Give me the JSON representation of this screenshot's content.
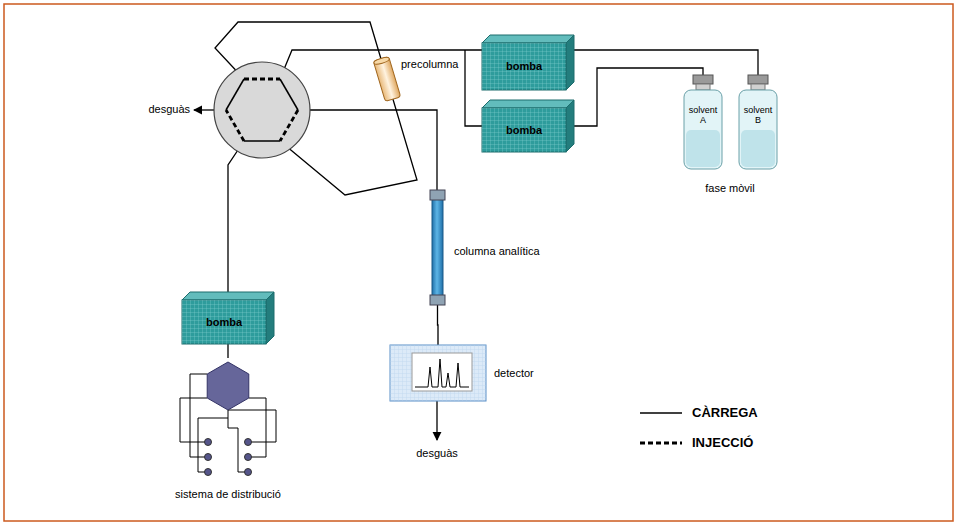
{
  "diagram": {
    "nodes": [
      {
        "text": [
          "bomba"
        ]
      },
      {
        "text": [
          "bomba"
        ]
      },
      {
        "text": [
          "solvent A"
        ]
      },
      {
        "text": [
          "solvent B"
        ]
      },
      {
        "text": [
          "precolumna"
        ]
      },
      {
        "text": [
          "columna analítica"
        ]
      },
      {
        "text": [
          "bomba"
        ]
      },
      {
        "text": [
          "sistema de distribució"
        ]
      },
      {
        "text": [
          "detector"
        ]
      }
    ],
    "edges": [
      {
        "from": 2,
        "to": 1,
        "arrow": "none"
      },
      {
        "from": 3,
        "to": 0,
        "arrow": "none"
      },
      {
        "from": 7,
        "to": 6,
        "arrow": "none"
      },
      {
        "from": 5,
        "to": 8,
        "arrow": "none"
      }
    ],
    "labels": [
      "desguàs",
      "fase mòvil",
      "desguàs"
    ],
    "legend": [
      {
        "text": "CÀRREGA"
      },
      {
        "text": "INJECCIÓ"
      }
    ]
  }
}
